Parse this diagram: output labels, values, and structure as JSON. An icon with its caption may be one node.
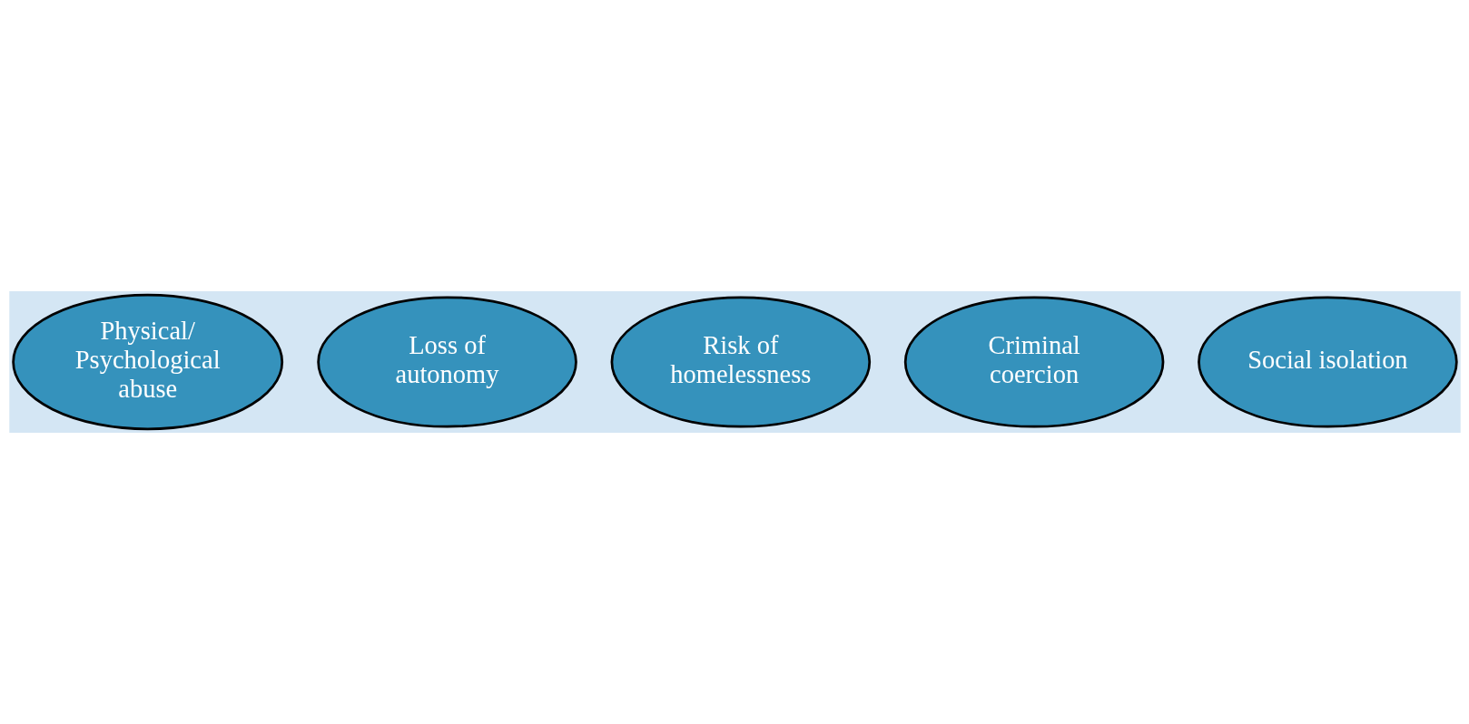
{
  "diagram": {
    "nodes": [
      {
        "text": [
          "Physical/ Psychological abuse"
        ]
      },
      {
        "text": [
          "Loss of autonomy"
        ]
      },
      {
        "text": [
          "Risk of homelessness"
        ]
      },
      {
        "text": [
          "Criminal coercion"
        ]
      },
      {
        "text": [
          "Social isolation"
        ]
      }
    ]
  }
}
